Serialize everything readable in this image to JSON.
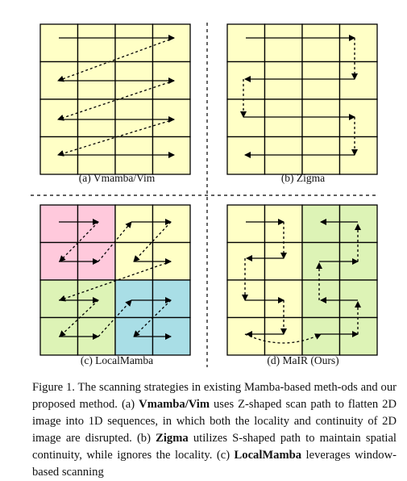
{
  "figure": {
    "panels": [
      {
        "id": "a",
        "caption": "(a) Vmamba/Vim",
        "regions": [
          {
            "color": "#ffffc6",
            "rows": [
              0,
              3
            ],
            "cols": [
              0,
              3
            ]
          }
        ]
      },
      {
        "id": "b",
        "caption": "(b) Zigma",
        "regions": [
          {
            "color": "#ffffc6",
            "rows": [
              0,
              3
            ],
            "cols": [
              0,
              3
            ]
          }
        ]
      },
      {
        "id": "c",
        "caption": "(c) LocalMamba",
        "regions": [
          {
            "color": "#ffc9dc",
            "rows": [
              0,
              1
            ],
            "cols": [
              0,
              1
            ]
          },
          {
            "color": "#ffffc6",
            "rows": [
              0,
              1
            ],
            "cols": [
              2,
              3
            ]
          },
          {
            "color": "#ddf3b6",
            "rows": [
              2,
              3
            ],
            "cols": [
              0,
              1
            ]
          },
          {
            "color": "#a9dee6",
            "rows": [
              2,
              3
            ],
            "cols": [
              2,
              3
            ]
          }
        ]
      },
      {
        "id": "d",
        "caption": "(d) MaIR (Ours)",
        "regions": [
          {
            "color": "#ffffc6",
            "rows": [
              0,
              3
            ],
            "cols": [
              0,
              1
            ]
          },
          {
            "color": "#ddf3b6",
            "rows": [
              0,
              3
            ],
            "cols": [
              2,
              3
            ]
          }
        ]
      }
    ],
    "separator_color": "#000000"
  },
  "caption": {
    "figure_label": "Figure 1.",
    "intro": "The scanning strategies in existing Mamba-based meth-ods and our proposed method. (a)",
    "term_a": "Vmamba/Vim",
    "text_a": "uses Z-shaped scan path to flatten 2D image into 1D sequences, in which both the locality and continuity of 2D image are disrupted. (b)",
    "term_b": "Zigma",
    "text_b": "utilizes S-shaped path to maintain spatial continuity, while ignores the locality. (c)",
    "term_c": "LocalMamba",
    "text_c": "leverages window-based scanning"
  }
}
